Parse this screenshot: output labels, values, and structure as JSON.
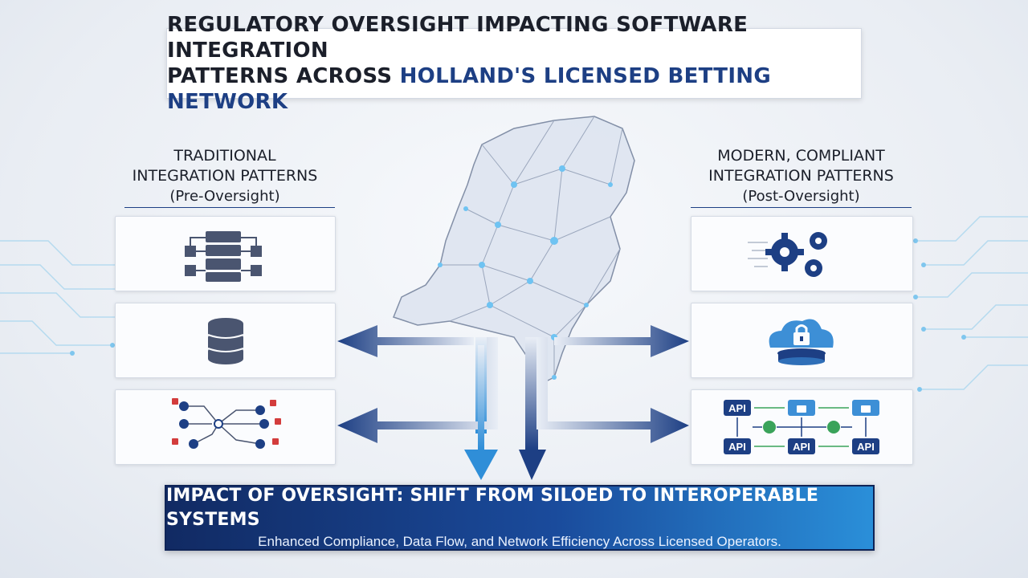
{
  "header": {
    "line1": "REGULATORY OVERSIGHT IMPACTING SOFTWARE INTEGRATION",
    "line2_prefix": "PATTERNS ACROSS ",
    "line2_highlight": "HOLLAND'S LICENSED BETTING NETWORK"
  },
  "left": {
    "title_line1": "TRADITIONAL",
    "title_line2": "INTEGRATION PATTERNS",
    "subtitle": "(Pre-Oversight)",
    "icons": [
      "server-stack-icon",
      "database-icon",
      "node-network-warning-icon"
    ]
  },
  "right": {
    "title_line1": "MODERN, COMPLIANT",
    "title_line2": "INTEGRATION PATTERNS",
    "subtitle": "(Post-Oversight)",
    "icons": [
      "gears-icon",
      "cloud-lock-icon",
      "api-lock-grid-icon"
    ],
    "api_label": "API"
  },
  "impact": {
    "title": "IMPACT OF OVERSIGHT: SHIFT FROM SILOED TO INTEROPERABLE SYSTEMS",
    "subtitle": "Enhanced Compliance, Data Flow, and Network Efficiency Across Licensed Operators."
  },
  "colors": {
    "navy": "#1d3f84",
    "dark_navy": "#112a63",
    "accent_blue": "#2a8fd9",
    "slate": "#4a5570",
    "lock_blue": "#3d8fd6",
    "warning_red": "#d33c3c",
    "green": "#3aa35a"
  }
}
